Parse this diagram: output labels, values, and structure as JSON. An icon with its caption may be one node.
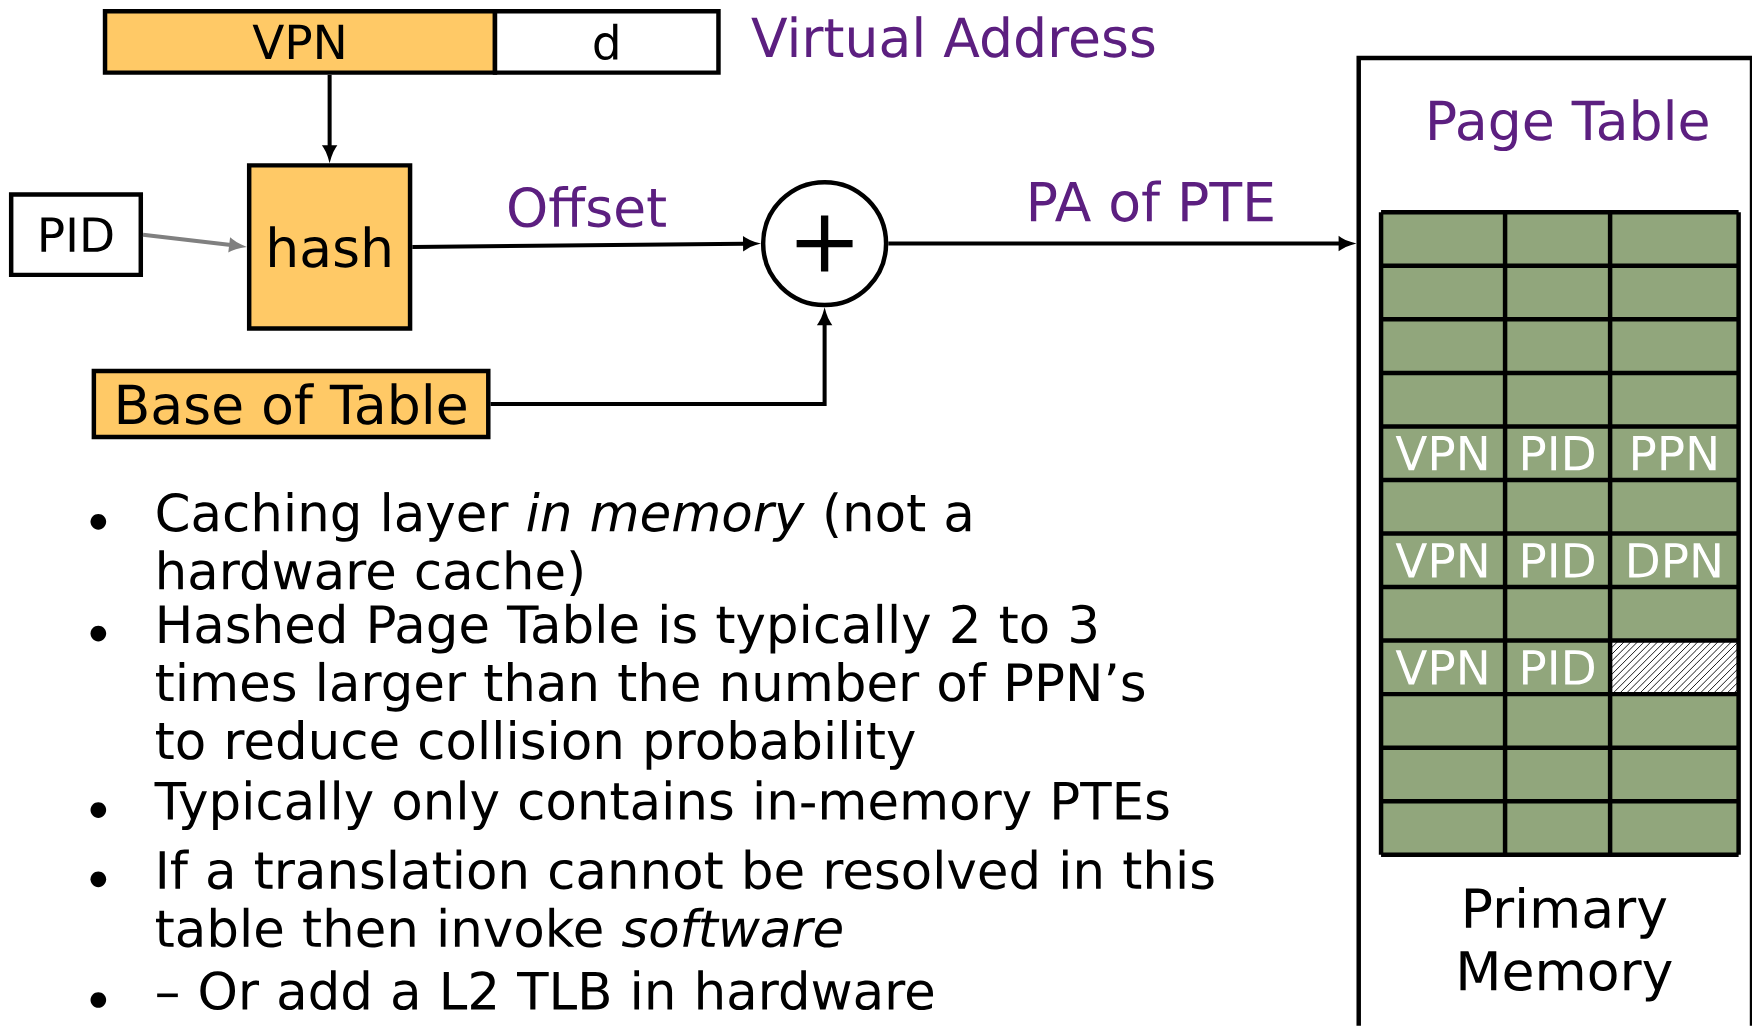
{
  "diagram": {
    "nodes": [
      {
        "text": [
          "VPN"
        ]
      },
      {
        "text": [
          "d"
        ]
      },
      {
        "text": [
          "hash"
        ]
      },
      {
        "text": [
          "PID"
        ]
      },
      {
        "text": [
          "+"
        ]
      },
      {
        "text": [
          "Base of Table"
        ]
      },
      {
        "text": [
          "Page Table",
          "Primary Memory"
        ]
      }
    ],
    "edges": [
      {
        "from": 0,
        "to": 2,
        "arrow": "to"
      },
      {
        "from": 3,
        "to": 2,
        "arrow": "to",
        "color": "#808080"
      },
      {
        "from": 2,
        "to": 4,
        "arrow": "to",
        "label": "Offset"
      },
      {
        "from": 5,
        "to": 4,
        "arrow": "to"
      },
      {
        "from": 4,
        "to": 6,
        "arrow": "to",
        "label": "PA of PTE"
      }
    ],
    "labels": [
      "Virtual Address",
      "VPN",
      "PID",
      "PPN",
      "VPN",
      "PID",
      "DPN",
      "VPN",
      "PID",
      "Caching layer *in memory* (not a hardware cache)",
      "Hashed Page Table is typically 2 to 3 times larger than the number of PPN’s to reduce collision probability",
      "Typically only contains in-memory PTEs",
      "If a translation cannot be resolved in this table then invoke *software*",
      "– Or add a L2 TLB in hardware"
    ]
  }
}
